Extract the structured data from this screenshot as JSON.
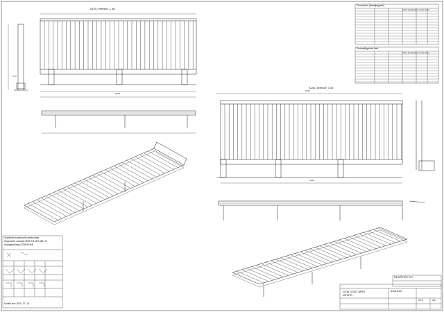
{
  "drawing": {
    "view_a100_title": "A100, keresztr. 1 db",
    "view_a101_title": "A101, keresztr. 1 db",
    "dim_a100_total": "2640",
    "dim_a101_total": "2640",
    "dim_mid": "1200"
  },
  "parts_table": {
    "title_1": "Összesítés (darabjegyzék)",
    "title_2": "Szabadfogazási lista",
    "header_a100": "A100 (kerékpáros fenék 1db)",
    "header_a101": "A101 (kerékpáros fenék 1db)"
  },
  "notes": {
    "note_1": "Szerkezet szerkezeti szerkezetek",
    "note_2": "Hegesztett varratok MSZ EN ISO 5817 B",
    "note_3": "Anyagminőség S235JR+AR"
  },
  "title_block": {
    "company": "MEGÉPÍTÉS KFT.",
    "project": "GYALOGÁTJÁRÓ",
    "subject": "MUTATÓ",
    "drawing_no": "A100-A101",
    "scale": "1:10",
    "sheet": "1/1"
  },
  "revision_note": "Kiviteli terv 2020. 07. 13."
}
